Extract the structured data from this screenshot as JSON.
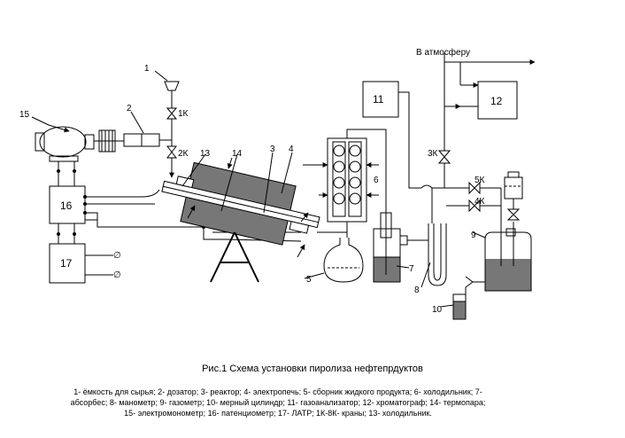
{
  "labels": {
    "atmosphere": "В атмосферу",
    "n1": "1",
    "n2": "2",
    "n3": "3",
    "n4": "4",
    "n5": "5",
    "n6": "6",
    "n7": "7",
    "n8": "8",
    "n9": "9",
    "n10": "10",
    "n11": "11",
    "n12": "12",
    "n13": "13",
    "n14": "14",
    "n15": "15",
    "n16": "16",
    "n17": "17",
    "k1": "1К",
    "k2": "2К",
    "k3": "3К",
    "k4": "4К",
    "k5": "5К",
    "phi1": "∅",
    "phi2": "∅"
  },
  "caption": "Рис.1 Схема установки пиролиза нефтепрдуктов",
  "legend": [
    "1- ёмкость для сырья; 2- дозатор; 3- реактор; 4- электропечь; 5- сборник жидкого продукта; 6- холодильник; 7-",
    "абсорбес; 8- манометр; 9- газометр; 10- мерный цилиндр; 11- газоанализатор; 12- хроматограф; 14- термопара;",
    "15- электромонометр; 16- патенциометр; 17- ЛАТР; 1К-8К- краны; 13- холодильник."
  ]
}
